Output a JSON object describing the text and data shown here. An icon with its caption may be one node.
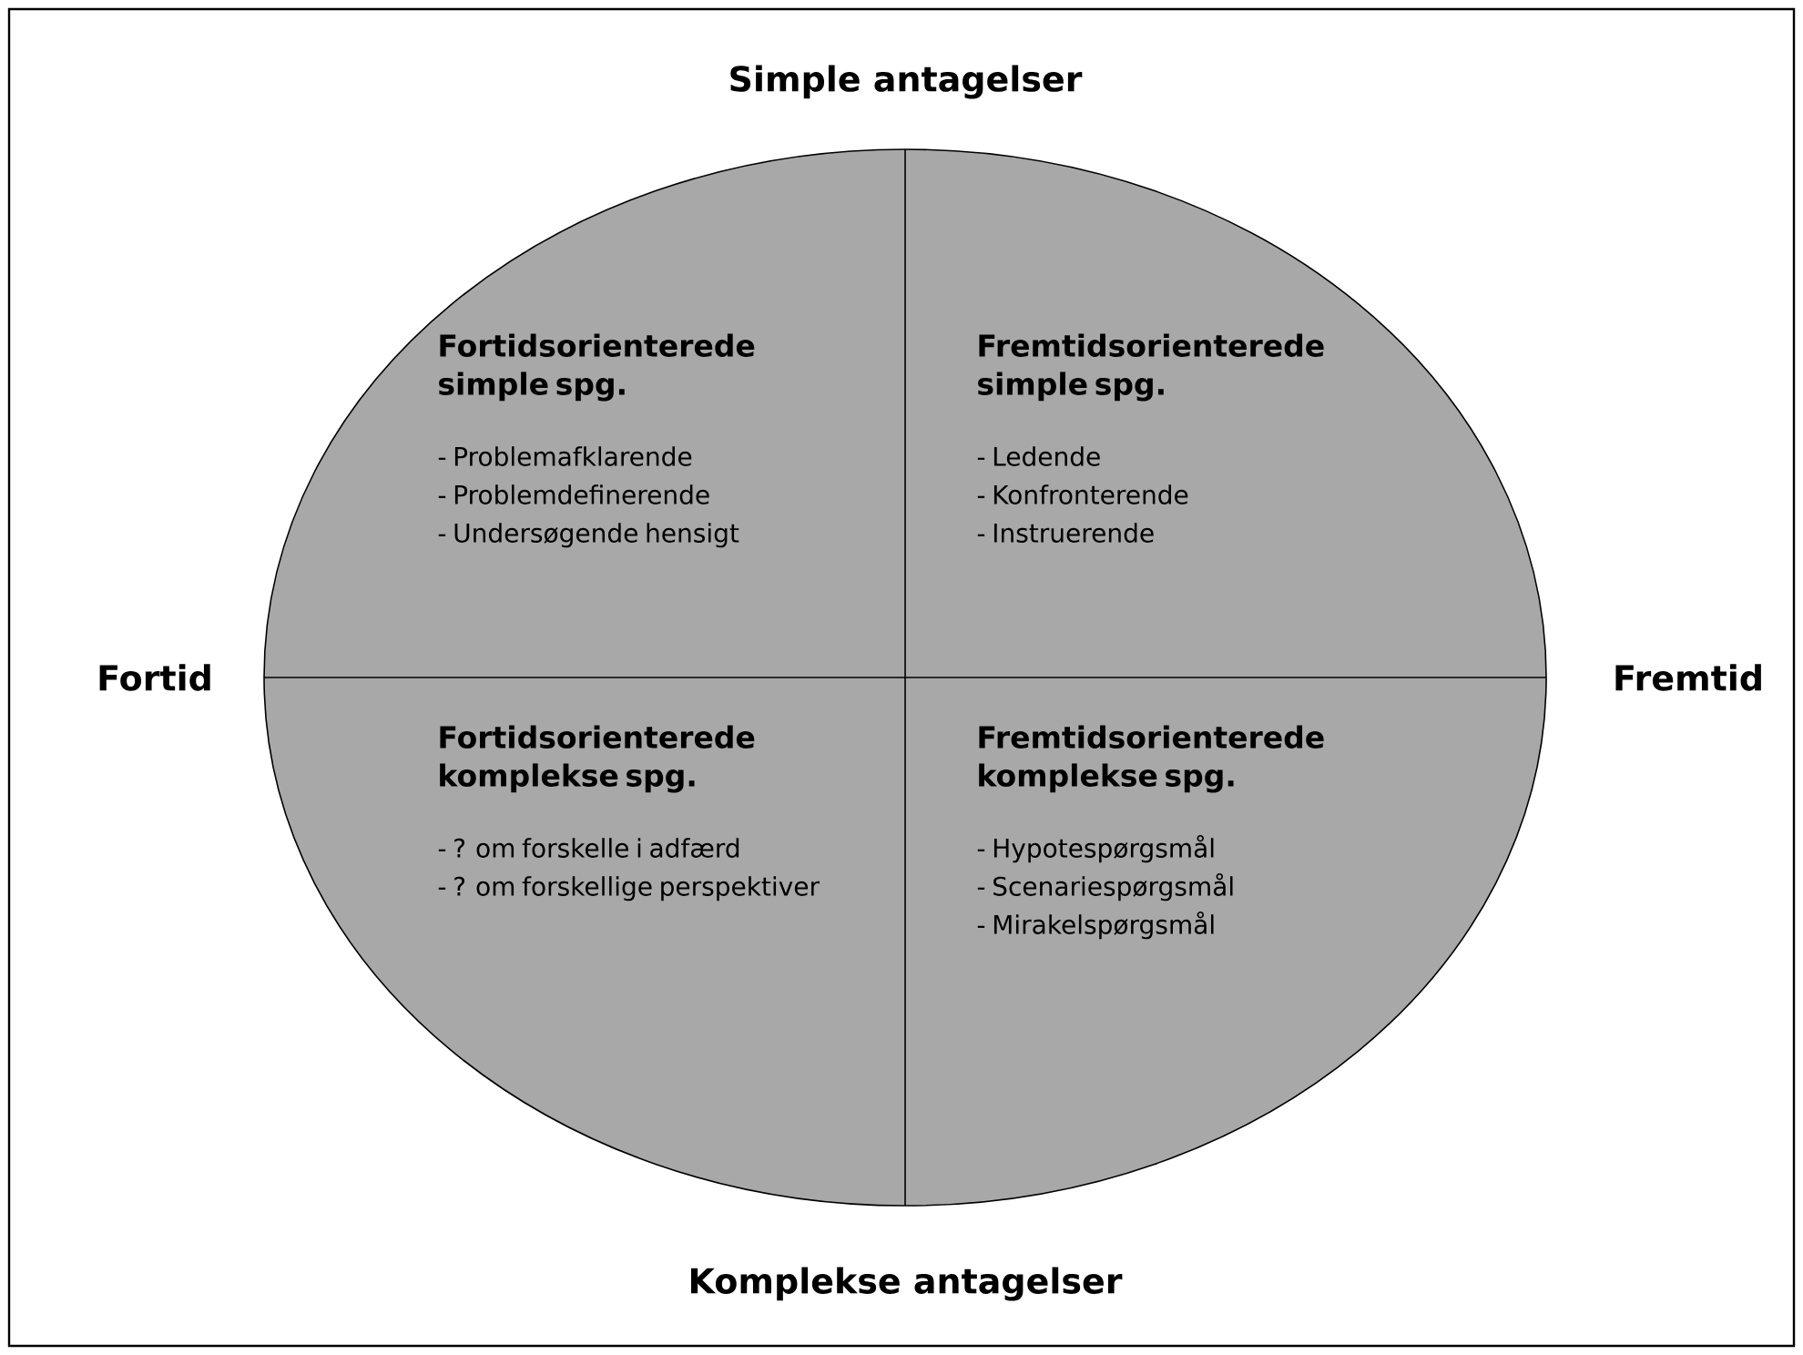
{
  "diagram": {
    "nodes": [
      {
        "text": [
          "Fortidsorienterede simple spg.",
          "- Problemafklarende",
          "- Problemdefinerende",
          "- Undersøgende hensigt"
        ]
      },
      {
        "text": [
          "Fremtidsorienterede simple spg.",
          "- Ledende",
          "- Konfronterende",
          "- Instruerende"
        ]
      },
      {
        "text": [
          "Fortidsorienterede komplekse spg.",
          "- ? om forskelle i adfærd",
          "- ? om forskellige perspektiver"
        ]
      },
      {
        "text": [
          "Fremtidsorienterede komplekse spg.",
          "- Hypotespørgsmål",
          "- Scenariespørgsmål",
          "- Mirakelspørgsmål"
        ]
      }
    ],
    "labels": [
      "Simple antagelser",
      "Fortid",
      "Fremtid",
      "Komplekse antagelser"
    ]
  }
}
